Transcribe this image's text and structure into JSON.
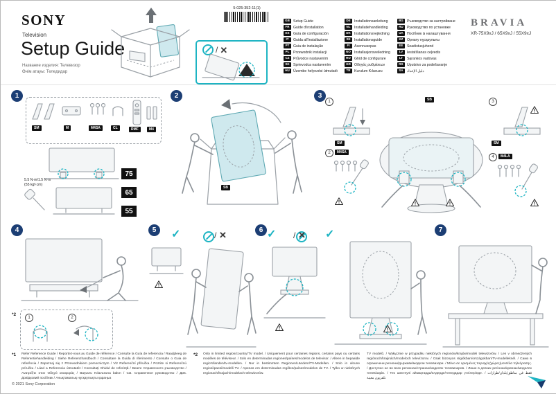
{
  "header": {
    "brand": "SONY",
    "product_type": "Television",
    "title": "Setup Guide",
    "subtitle_line1": "Название изделия: Телевизор",
    "subtitle_line2": "Өнім атауы: Теледидар",
    "part_number": "5-025-352-11(1)",
    "bravia": "BRAVIA",
    "models": "XR-75X9xJ / 65X9xJ / 55X9xJ"
  },
  "languages": {
    "col1": [
      {
        "code": "GB",
        "label": "Setup Guide"
      },
      {
        "code": "FR",
        "label": "Guide d'installation"
      },
      {
        "code": "ES",
        "label": "Guía de configuración"
      },
      {
        "code": "IT",
        "label": "Guida all'installazione"
      },
      {
        "code": "PT",
        "label": "Guia de instalação"
      },
      {
        "code": "PL",
        "label": "Przewodnik instalacji"
      },
      {
        "code": "CZ",
        "label": "Průvodce nastavením"
      },
      {
        "code": "SK",
        "label": "Sprievodca nastavením"
      },
      {
        "code": "HU",
        "label": "Üzembe helyezési útmutató"
      }
    ],
    "col2": [
      {
        "code": "DE",
        "label": "Installationsanleitung"
      },
      {
        "code": "NL",
        "label": "Installatiehandleiding"
      },
      {
        "code": "DK",
        "label": "Installationsvejledning"
      },
      {
        "code": "SE",
        "label": "Installationsguide"
      },
      {
        "code": "FI",
        "label": "Asennusopas"
      },
      {
        "code": "NO",
        "label": "Installasjonsveiledning"
      },
      {
        "code": "RO",
        "label": "Ghid de configurare"
      },
      {
        "code": "GR",
        "label": "Οδηγός ρυθμίσεων"
      },
      {
        "code": "TR",
        "label": "Kurulum Kılavuzu"
      }
    ],
    "col3": [
      {
        "code": "BG",
        "label": "Ръководство за настройване"
      },
      {
        "code": "RU",
        "label": "Руководство по установке"
      },
      {
        "code": "UA",
        "label": "Посібник із налаштування"
      },
      {
        "code": "KZ",
        "label": "Орнату нұсқаулығы"
      },
      {
        "code": "EE",
        "label": "Seadistusjuhend"
      },
      {
        "code": "LV",
        "label": "Iestatīšanas ceļvedis"
      },
      {
        "code": "LT",
        "label": "Sąrankos vadovas"
      },
      {
        "code": "RS",
        "label": "Uputstvo za podešavanje"
      },
      {
        "code": "SA",
        "label": "دليل الإعداد"
      }
    ]
  },
  "steps": {
    "s1": {
      "num": "1",
      "chips": [
        "SM",
        "M",
        "M4SA",
        "CL",
        "RMF",
        "M4"
      ],
      "torque1": "5.5 N·m/1.5 N·m",
      "torque2": "{55 kgf·cm}",
      "sizes": [
        "75",
        "65",
        "55"
      ]
    },
    "s2": {
      "num": "2",
      "chip": "SB"
    },
    "s3": {
      "num": "3",
      "sub1": "1",
      "sub2": "2",
      "sub3": "3",
      "sub4": "4",
      "chip_sub1": "SM",
      "chip_sub2": "M4SA",
      "chip_sub3": "SM",
      "chip_sub4": "M4LA",
      "chip_top": "SB"
    },
    "s4": {
      "num": "4",
      "marker": "*2",
      "sub1": "1",
      "sub2": "2"
    },
    "s5": {
      "num": "5"
    },
    "s6": {
      "num": "6"
    },
    "s7": {
      "num": "7"
    }
  },
  "symbols": {
    "check": "✓",
    "cross": "✕",
    "slash": "/"
  },
  "footnotes": {
    "m1": "*1",
    "t1": "Refer Reference Guide / Reportez-vous au Guide de référence / Consulte la Guía de referencia / Raadpleeg de Referentiehandleiding / Siehe Referenzhandbuch / Consultare la Guida di riferimento / Consulte o Guia de referência / Zapoznaj się z Przewodnikiem pomocniczym / Viz Referenční příručka / Pozrite si Referenčnú príručku / Lásd a Referencia útmutatót / Consultați Ghidul de referință / Вижте Справочното ръководство / Ανατρέξτε στον Οδηγό αναφοράς / Başvuru Kılavuzuna bakın / См. Справочное руководство / Див. Довідковий посібник / Анықтамалық нұсқаулықты қараңыз",
    "m2": "*2",
    "t2": "Only in limited region/country/TV model. / Uniquement pour certaines régions, certains pays ou certains modèles de téléviseur. / Solo en determinadas regiones/países/modelos de televisor. / Alleen in bepaalde regio's/landen/tv-modellen. / Nur in bestimmten Regionen/Ländern/TV-Modellen. / Solo in alcune regioni/paesi/modelli TV. / Apenas em determinadas regiões/países/modelos de TV. / Tylko w niektórych regionach/krajach/modelach telewizorów.",
    "t3": "TV modelů. / Wyłącznie w przypadku niektórych regionów/krajów/modeli telewizorów. / Len v obmedzených regiónoch/krajinách/modeloch televízorov. / Csak bizonyos régiókban/országokban/TV-modelleknél. / Само в ограничени региони/държави/модели телевизори. / Μόνο σε ορισμένες περιοχές/χώρες/μοντέλα τηλεόρασης. / Доступно не во всех регионах/странах/моделях телевизоров. / Лише в деяких регіонах/країнах/моделях телевізорів. / Тек шектеулі аймақтарда/елдерде/теледидар үлгілерінде. / فقط في مناطق/بلدان/طرازات تلفزيون معينة."
  },
  "footer": {
    "copyright": "© 2021 Sony Corporation"
  }
}
